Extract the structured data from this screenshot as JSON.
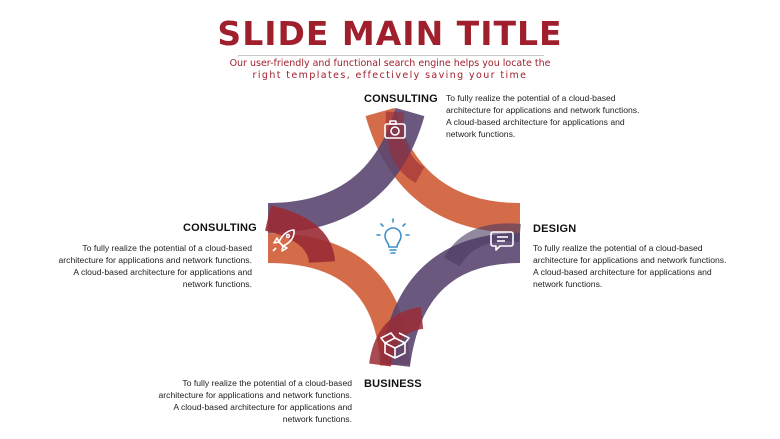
{
  "title": "SLIDE MAIN TITLE",
  "subtitle_line1": "Our user-friendly and functional search engine helps you locate the",
  "subtitle_line2": "right templates, effectively saving your time",
  "colors": {
    "accent": "#a01f2c",
    "purple": "#5a4670",
    "orange": "#d2643f",
    "red": "#9a2b35"
  },
  "center_icon": "lightbulb-icon",
  "items": [
    {
      "heading": "CONSULTING",
      "icon": "camera-icon",
      "desc": "To fully realize the potential of a cloud-based architecture for applications and network functions. A cloud-based architecture for applications and network functions."
    },
    {
      "heading": "DESIGN",
      "icon": "chat-icon",
      "desc": "To fully realize the potential of a cloud-based architecture for applications and network functions. A cloud-based architecture for applications and network functions."
    },
    {
      "heading": "BUSINESS",
      "icon": "box-icon",
      "desc": "To fully realize the potential of a cloud-based architecture for applications and network functions. A cloud-based architecture for applications and network functions."
    },
    {
      "heading": "CONSULTING",
      "icon": "rocket-icon",
      "desc": "To fully realize the potential of a cloud-based architecture for applications and network functions. A cloud-based architecture for applications and network functions."
    }
  ]
}
